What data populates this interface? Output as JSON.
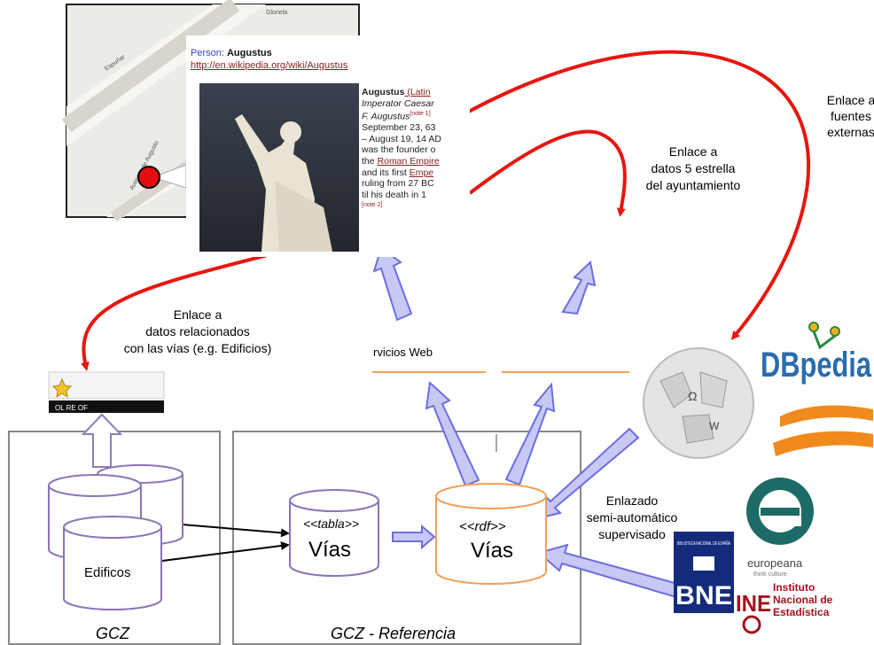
{
  "wiki_popup": {
    "person_label": "Person:",
    "person_name": "Augustus",
    "url": "http://en.wikipedia.org/wiki/Augustus",
    "bio_lines": [
      {
        "pre": "Augustus",
        "link": "Latin",
        "post": ""
      },
      {
        "pre": "Imperator Caesar",
        "link": "",
        "post": ""
      },
      {
        "pre": "F. Augustus",
        "link": "",
        "post": "",
        "note": "note 1"
      },
      {
        "pre": "September 23, 63",
        "link": "",
        "post": ""
      },
      {
        "pre": "– August 19, 14 AD",
        "link": "",
        "post": ""
      },
      {
        "pre": "was the founder o",
        "link": "",
        "post": ""
      },
      {
        "pre": "the ",
        "link": "Roman Empire",
        "post": ""
      },
      {
        "pre": "and its first ",
        "link": "Empe",
        "post": ""
      },
      {
        "pre": "ruling from 27 BC",
        "link": "",
        "post": ""
      },
      {
        "pre": "til his death in 1",
        "link": "",
        "post": ""
      },
      {
        "pre": "",
        "link": "",
        "post": "",
        "note": "note 2"
      }
    ]
  },
  "map": {
    "street_labels": [
      "Gloriela",
      "Espuñar",
      "Avenida de Augusto"
    ]
  },
  "labels": {
    "enlace_fuentes": [
      "Enlace a",
      "fuentes",
      "externas"
    ],
    "enlace_5estrellas": [
      "Enlace a",
      "datos 5 estrella",
      "del ayuntamiento"
    ],
    "enlace_relacionados": [
      "Enlace a",
      "datos relacionados",
      "con las vías (e.g. Edificios)"
    ],
    "enlazado": [
      "Enlazado",
      "semi-automático",
      "supervisado"
    ],
    "servicios_web": "rvicios Web",
    "icon_bar": "OL  RE  OF"
  },
  "databases": {
    "edificios": "Edificos",
    "vias_tabla_stereo": "<<tabla>>",
    "vias_tabla_name": "Vías",
    "vias_rdf_stereo": "<<rdf>>",
    "vias_rdf_name": "Vías"
  },
  "regions": {
    "left": "GCZ",
    "right": "GCZ - Referencia"
  },
  "logos": {
    "dbpedia": "DBpedia",
    "europeana": "europeana",
    "europeana_sub": "think culture",
    "bne_small": "BIBLIOTECA NACIONAL DE ESPAÑA",
    "bne": "BNE",
    "ine": "INE",
    "ine_text": [
      "Instituto",
      "Nacional de",
      "Estadística"
    ]
  },
  "colors": {
    "red_arrow": "#e8160f",
    "blue_fill": "#c7c8f4",
    "blue_stroke": "#6b6fe0",
    "orange": "#f0a05a",
    "purple": "#8c74b8",
    "box_gray": "#888888"
  }
}
